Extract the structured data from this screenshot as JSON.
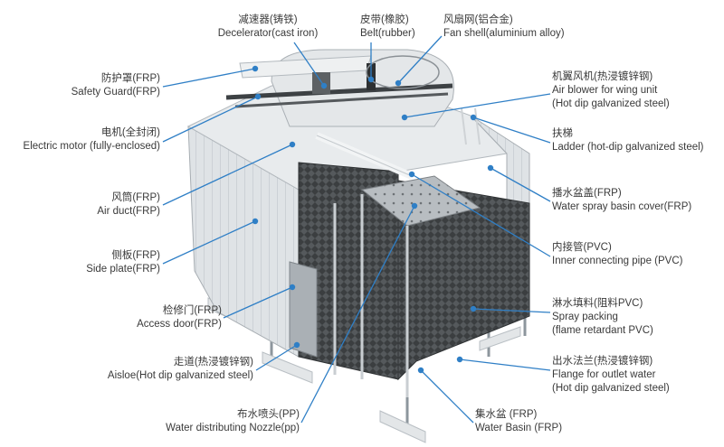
{
  "colors": {
    "leader": "#2f7fc6",
    "frame": "#9aa3ab",
    "panel": "#d9dee2",
    "fill": "#4a4f52"
  },
  "labels": {
    "decelerator": {
      "zh": "减速器(铸铁)",
      "en": "Decelerator(cast iron)"
    },
    "belt": {
      "zh": "皮带(橡胶)",
      "en": "Belt(rubber)"
    },
    "fan_shell": {
      "zh": "风扇网(铝合金)",
      "en": "Fan shell(aluminium alloy)"
    },
    "safety_guard": {
      "zh": "防护罩(FRP)",
      "en": "Safety Guard(FRP)"
    },
    "electric_motor": {
      "zh": "电机(全封闭)",
      "en": "Electric motor (fully-enclosed)"
    },
    "air_duct": {
      "zh": "风筒(FRP)",
      "en": "Air duct(FRP)"
    },
    "side_plate": {
      "zh": "侧板(FRP)",
      "en": "Side plate(FRP)"
    },
    "access_door": {
      "zh": "检修门(FRP)",
      "en": "Access door(FRP)"
    },
    "aisle": {
      "zh": "走道(热浸镀锌钢)",
      "en": "Aisloe(Hot dip galvanized steel)"
    },
    "nozzle": {
      "zh": "布水喷头(PP)",
      "en": "Water distributing Nozzle(pp)"
    },
    "air_blower": {
      "zh": "机翼风机(热浸镀锌钢)",
      "en": "Air blower for wing unit",
      "en2": "(Hot dip galvanized steel)"
    },
    "ladder": {
      "zh": "扶梯",
      "en": "Ladder (hot-dip galvanized steel)"
    },
    "basin_cover": {
      "zh": "播水盆盖(FRP)",
      "en": "Water spray basin cover(FRP)"
    },
    "inner_pipe": {
      "zh": "内接管(PVC)",
      "en": "Inner connecting pipe (PVC)"
    },
    "spray_packing": {
      "zh": "淋水填料(阻料PVC)",
      "en": "Spray packing",
      "en2": "(flame retardant PVC)"
    },
    "outlet_flange": {
      "zh": "出水法兰(热浸镀锌钢)",
      "en": "Flange for outlet water",
      "en2": "(Hot dip galvanized steel)"
    },
    "water_basin": {
      "zh": "集水盆 (FRP)",
      "en": "Water Basin (FRP)"
    }
  }
}
